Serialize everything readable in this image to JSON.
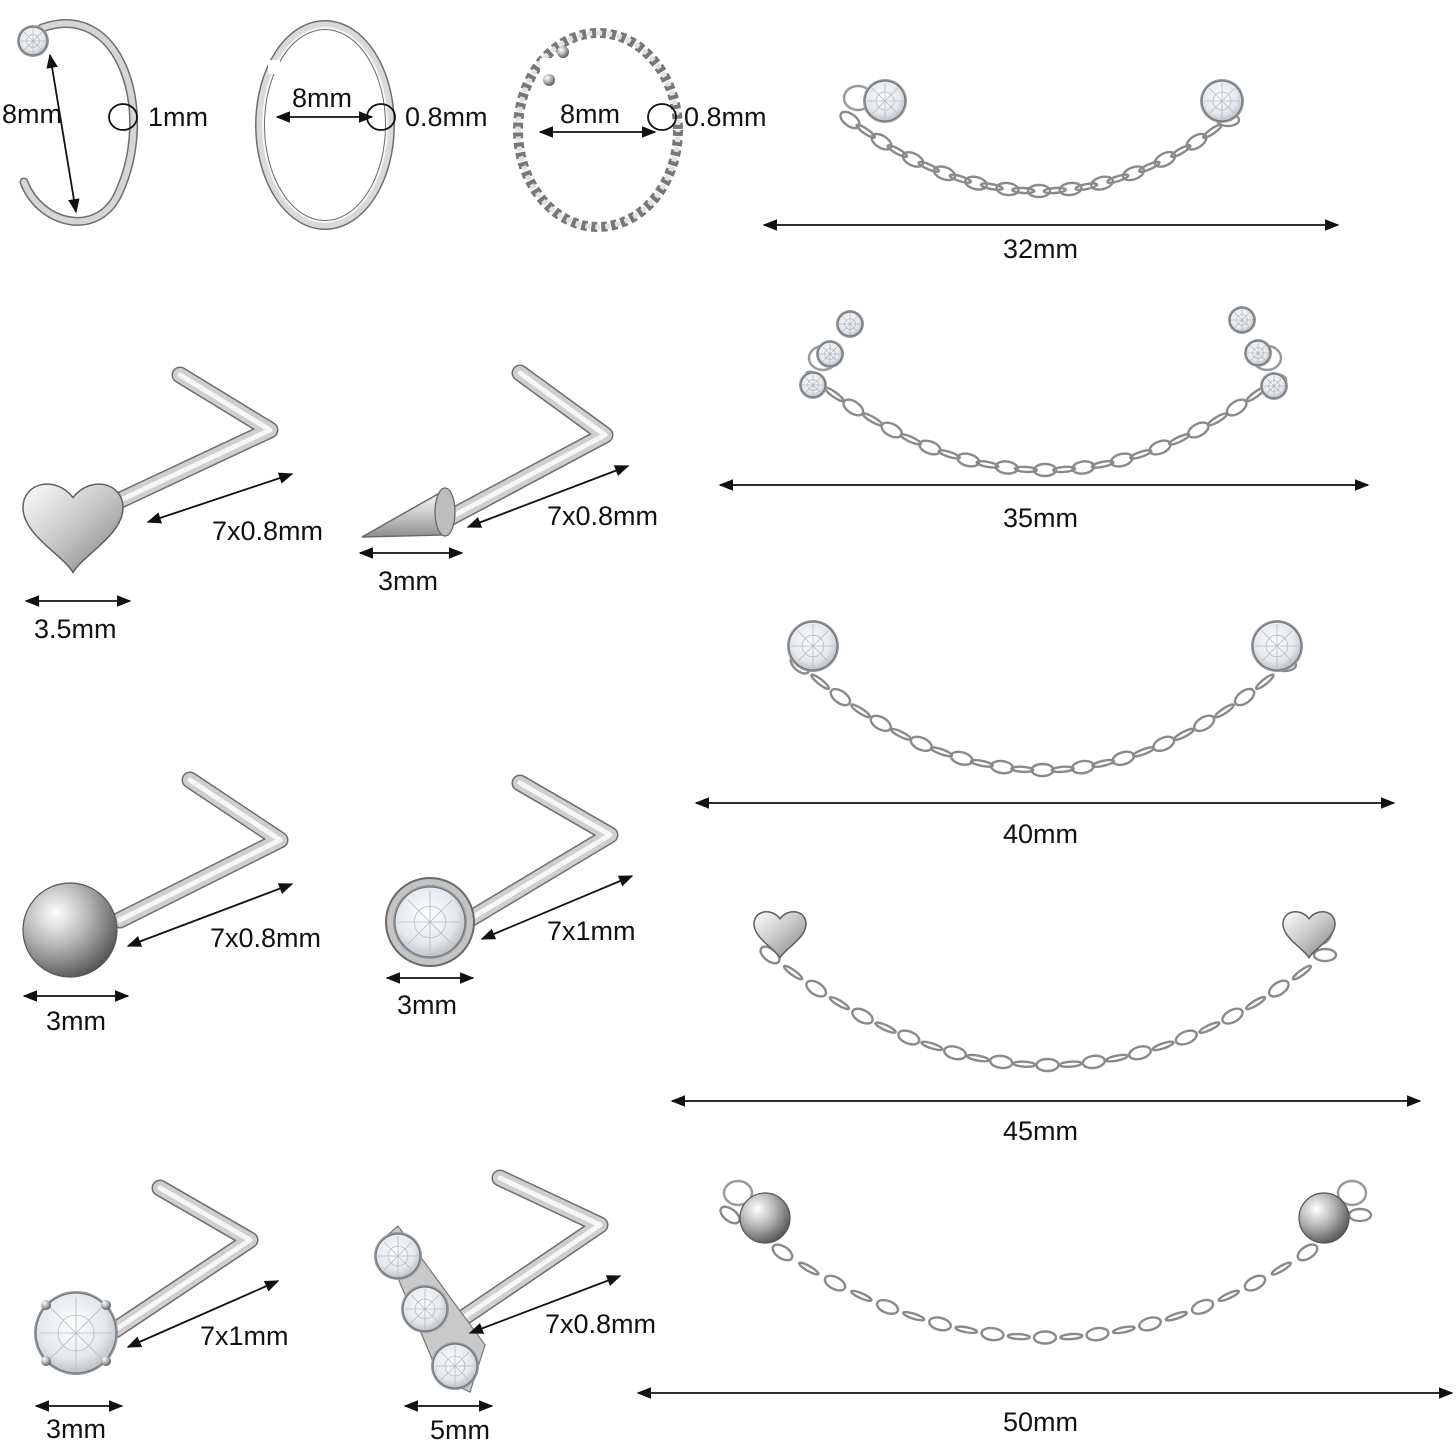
{
  "colors": {
    "metal_light": "#f4f4f4",
    "metal_mid": "#c9c9c9",
    "metal_dark": "#7a7a7a",
    "gem": "#e9eef2",
    "line": "#111111"
  },
  "rings": [
    {
      "diameter": "8mm",
      "thickness": "1mm",
      "style": "gem-tip open hoop"
    },
    {
      "diameter": "8mm",
      "thickness": "0.8mm",
      "style": "plain hoop"
    },
    {
      "diameter": "8mm",
      "thickness": "0.8mm",
      "style": "twisted hoop"
    }
  ],
  "studs": [
    {
      "head": "heart",
      "head_size": "3.5mm",
      "pin": "7x0.8mm"
    },
    {
      "head": "spike",
      "head_size": "3mm",
      "pin": "7x0.8mm"
    },
    {
      "head": "ball",
      "head_size": "3mm",
      "pin": "7x0.8mm"
    },
    {
      "head": "bezel gem",
      "head_size": "3mm",
      "pin": "7x1mm"
    },
    {
      "head": "prong gem",
      "head_size": "3mm",
      "pin": "7x1mm"
    },
    {
      "head": "triple gem",
      "head_size": "5mm",
      "pin": "7x0.8mm"
    }
  ],
  "chains": [
    {
      "ornament": "bezel gem",
      "length": "32mm"
    },
    {
      "ornament": "triple gem",
      "length": "35mm"
    },
    {
      "ornament": "prong gem",
      "length": "40mm"
    },
    {
      "ornament": "heart",
      "length": "45mm"
    },
    {
      "ornament": "ball",
      "length": "50mm"
    }
  ]
}
